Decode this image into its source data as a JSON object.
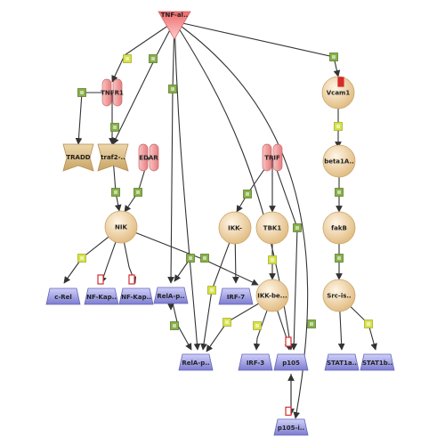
{
  "colors": {
    "edge": "#333333",
    "input_square": "#88b04a",
    "output_square": "#d6e24a",
    "protein_fill": "#f0d7a8",
    "protein_stroke": "#c9a46a",
    "node_fill": "#a9a9e8",
    "node_stroke": "#6666b8",
    "receptor_fill": "#f6a8a8",
    "receptor_stroke": "#d06a6a",
    "complex_fill": "#dcc08a",
    "complex_stroke": "#b38f50",
    "marker_red": "#d62b2b"
  },
  "nodes": [
    {
      "id": "tnf",
      "label": "TNF-al..",
      "shape": "triangle-down"
    },
    {
      "id": "tnfr1",
      "label": "TNFR1",
      "shape": "receptor"
    },
    {
      "id": "tradd",
      "label": "TRADD",
      "shape": "pentagon-down"
    },
    {
      "id": "traf2",
      "label": "traf2-..",
      "shape": "pentagon-down"
    },
    {
      "id": "edar",
      "label": "EDAR",
      "shape": "receptor"
    },
    {
      "id": "nik",
      "label": "NIK",
      "shape": "circle"
    },
    {
      "id": "crel",
      "label": "c-Rel",
      "shape": "trapezoid"
    },
    {
      "id": "nfkap1",
      "label": "NF-Kap..",
      "shape": "trapezoid"
    },
    {
      "id": "nfkap2",
      "label": "NF-Kap..",
      "shape": "trapezoid"
    },
    {
      "id": "relap1",
      "label": "RelA-p..",
      "shape": "trapezoid"
    },
    {
      "id": "relap2",
      "label": "RelA-p..",
      "shape": "trapezoid"
    },
    {
      "id": "trif",
      "label": "TRIF",
      "shape": "receptor"
    },
    {
      "id": "ikk",
      "label": "IKK-",
      "shape": "circle"
    },
    {
      "id": "tbk1",
      "label": "TBK1",
      "shape": "circle"
    },
    {
      "id": "irf7",
      "label": "IRF-7",
      "shape": "trapezoid"
    },
    {
      "id": "ikkbe",
      "label": "IKK-be...",
      "shape": "circle"
    },
    {
      "id": "irf3",
      "label": "IRF-3",
      "shape": "trapezoid"
    },
    {
      "id": "p105",
      "label": "p105",
      "shape": "trapezoid"
    },
    {
      "id": "p105i",
      "label": "p105-i..",
      "shape": "trapezoid"
    },
    {
      "id": "vcam1",
      "label": "Vcam1",
      "shape": "circle"
    },
    {
      "id": "beta1a",
      "label": "beta1A..",
      "shape": "circle"
    },
    {
      "id": "fakb",
      "label": "fakB",
      "shape": "circle"
    },
    {
      "id": "srcis",
      "label": "Src-is..",
      "shape": "circle"
    },
    {
      "id": "stat1a",
      "label": "STAT1a..",
      "shape": "trapezoid"
    },
    {
      "id": "stat1b",
      "label": "STAT1b..",
      "shape": "trapezoid"
    }
  ]
}
